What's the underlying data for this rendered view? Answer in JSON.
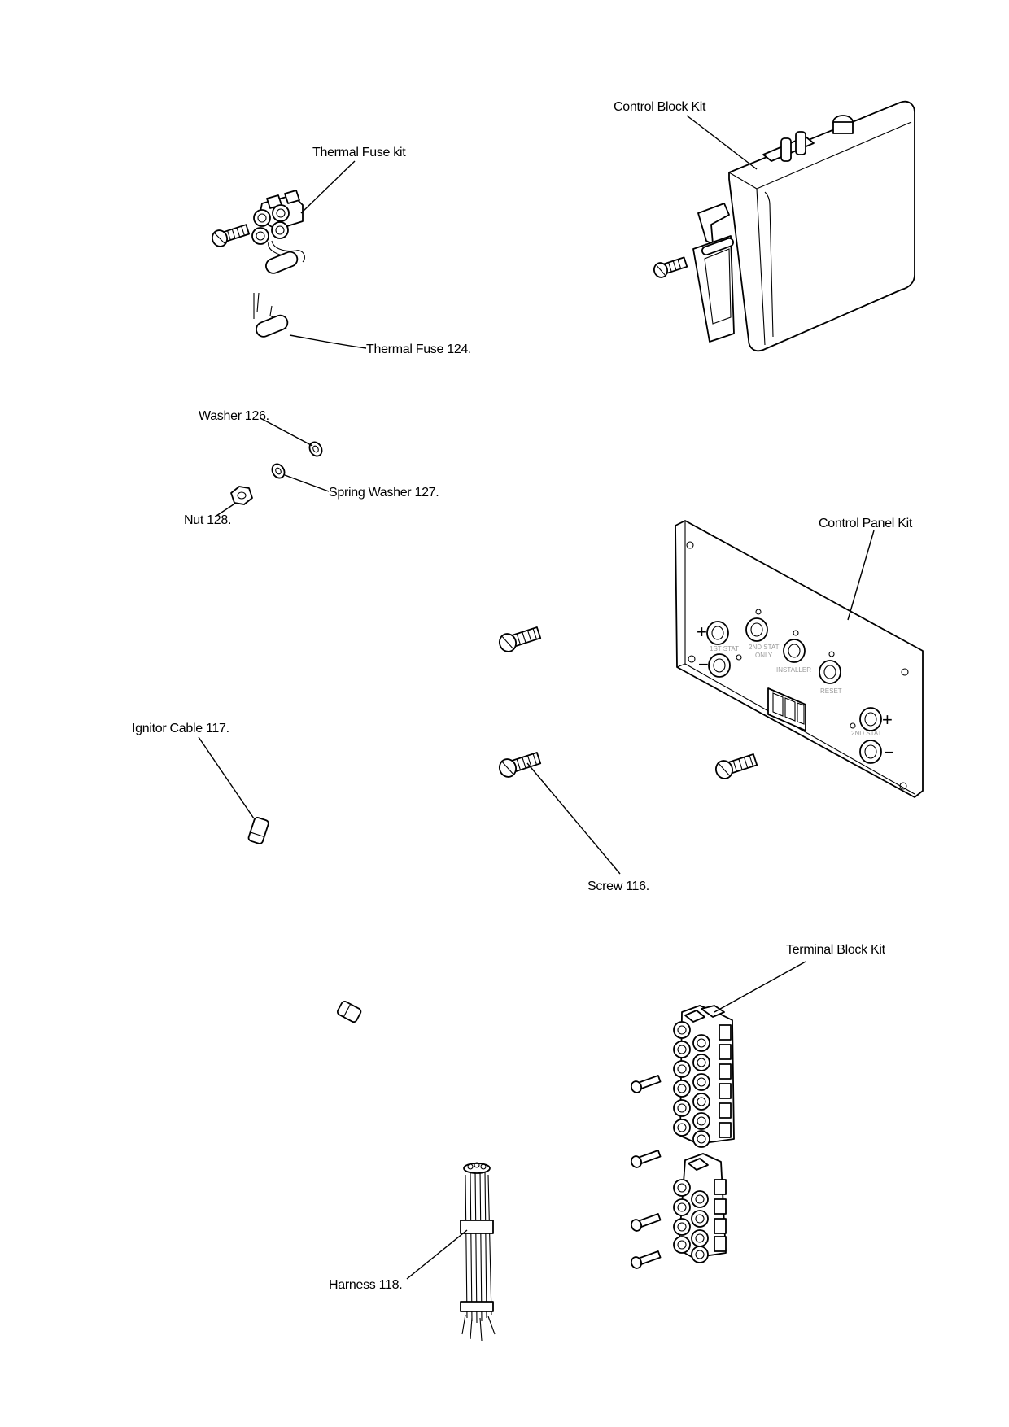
{
  "labels": {
    "thermal_fuse_kit": "Thermal Fuse kit",
    "control_block_kit": "Control Block Kit",
    "thermal_fuse": "Thermal Fuse 124.",
    "washer": "Washer 126.",
    "spring_washer": "Spring Washer 127.",
    "nut": "Nut 128.",
    "control_panel_kit": "Control Panel Kit",
    "ignitor_cable": "Ignitor Cable 117.",
    "screw": "Screw 116.",
    "terminal_block_kit": "Terminal Block Kit",
    "harness": "Harness 118."
  },
  "panel_text": {
    "plus": "+",
    "minus": "−",
    "stat1": "1ST STAT",
    "stat2": "2ND STAT",
    "only": "ONLY",
    "installer": "INSTALLER",
    "reset": "RESET",
    "stat2b": "2ND STAT"
  }
}
